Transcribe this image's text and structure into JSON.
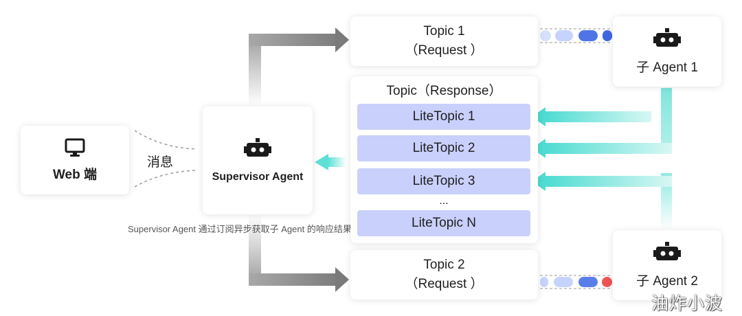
{
  "web_client": {
    "label": "Web 端",
    "icon": "monitor-icon"
  },
  "message_label": "消息",
  "supervisor": {
    "label": "Supervisor Agent",
    "icon": "robot-icon",
    "caption": "Supervisor Agent 通过订阅异步获取子 Agent 的响应结果"
  },
  "topic1": {
    "line1": "Topic 1",
    "line2": "（Request ）"
  },
  "topic2": {
    "line1": "Topic 2",
    "line2": "（Request ）"
  },
  "response_topic": {
    "title": "Topic（Response）",
    "items": [
      "LiteTopic 1",
      "LiteTopic 2",
      "LiteTopic 3",
      "...",
      "LiteTopic N"
    ]
  },
  "sub_agent1": {
    "label": "子 Agent 1",
    "icon": "robot-icon"
  },
  "sub_agent2": {
    "label": "子 Agent 2",
    "icon": "robot-icon"
  },
  "watermark": "油炸小波",
  "colors": {
    "lite_topic_fill": "#c9d0fb",
    "response_arrow": "#5ee0d6",
    "request_arrow": "#8a8a8a",
    "queue_light": "#c6d4fb",
    "queue_mid": "#7d9bf0",
    "queue_dark": "#3f66e0",
    "queue_error": "#ef5555"
  }
}
